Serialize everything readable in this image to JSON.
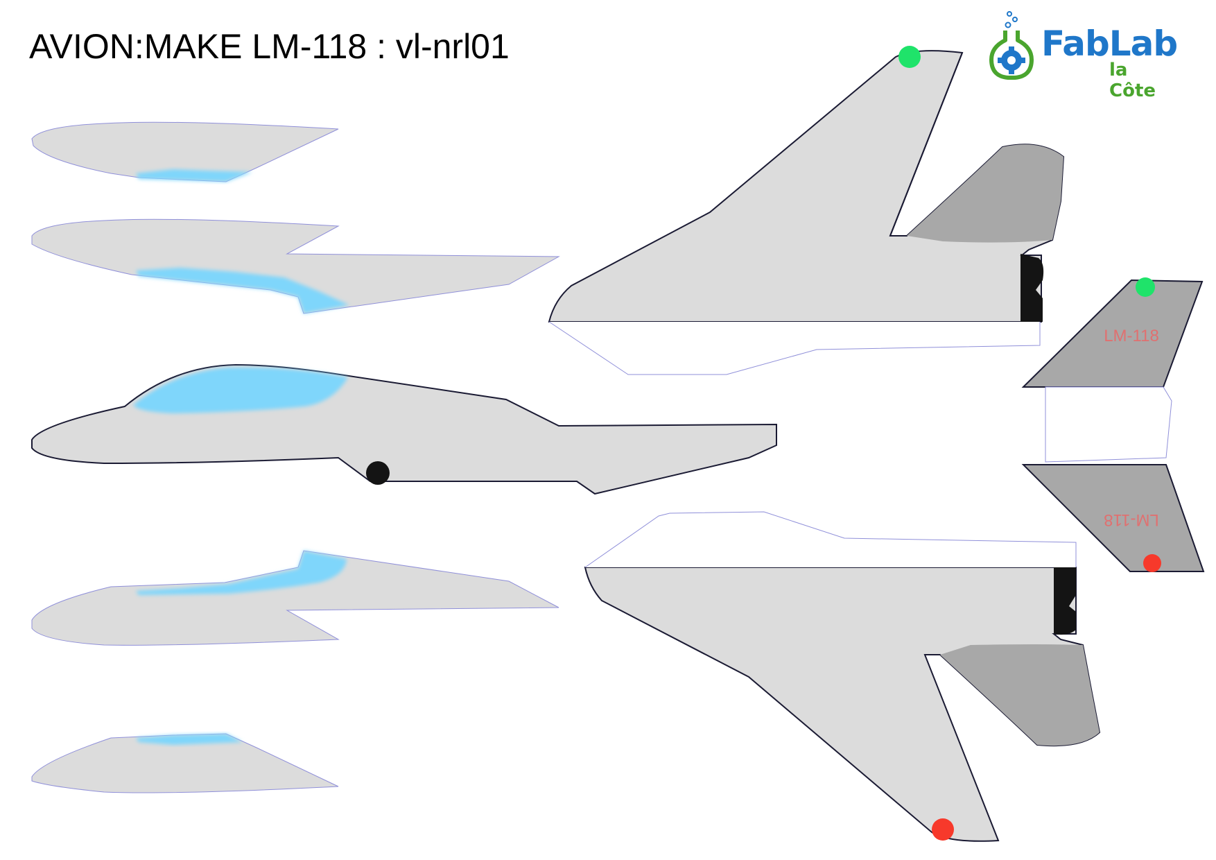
{
  "header": {
    "title": "AVION:MAKE LM-118 : vl-nrl01"
  },
  "logo": {
    "name": "FabLab",
    "subtitle": "la Côte"
  },
  "fin_labels": {
    "top": "LM-118",
    "bottom": "LM-118"
  },
  "colors": {
    "body": "#dcdcdc",
    "canopy": "#7fd6fb",
    "tail_shade": "#a8a8a8",
    "nozzle": "#141414",
    "nav_green": "#1fe36a",
    "nav_red": "#f7392b",
    "outline_dark": "#1a1a33",
    "outline_light": "#8f8fd9",
    "label_red": "#e07070",
    "logo_blue": "#1f77c9",
    "logo_green": "#4aa52e"
  }
}
